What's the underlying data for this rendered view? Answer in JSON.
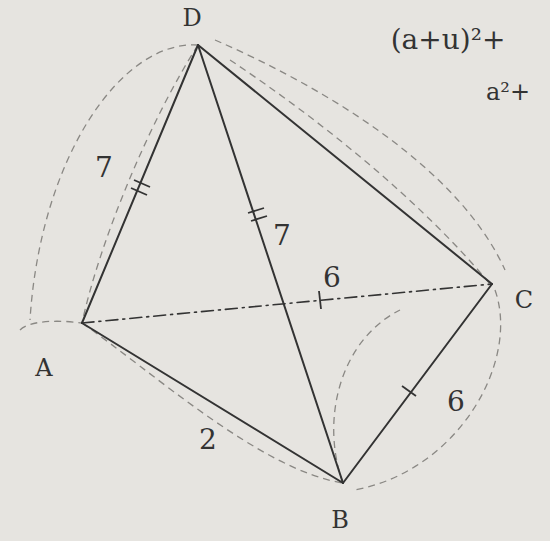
{
  "diagram": {
    "labels": [
      "D",
      "A",
      "B",
      "C",
      "7",
      "7",
      "6",
      "6",
      "2",
      "(a+u)²+",
      "a²+"
    ]
  }
}
